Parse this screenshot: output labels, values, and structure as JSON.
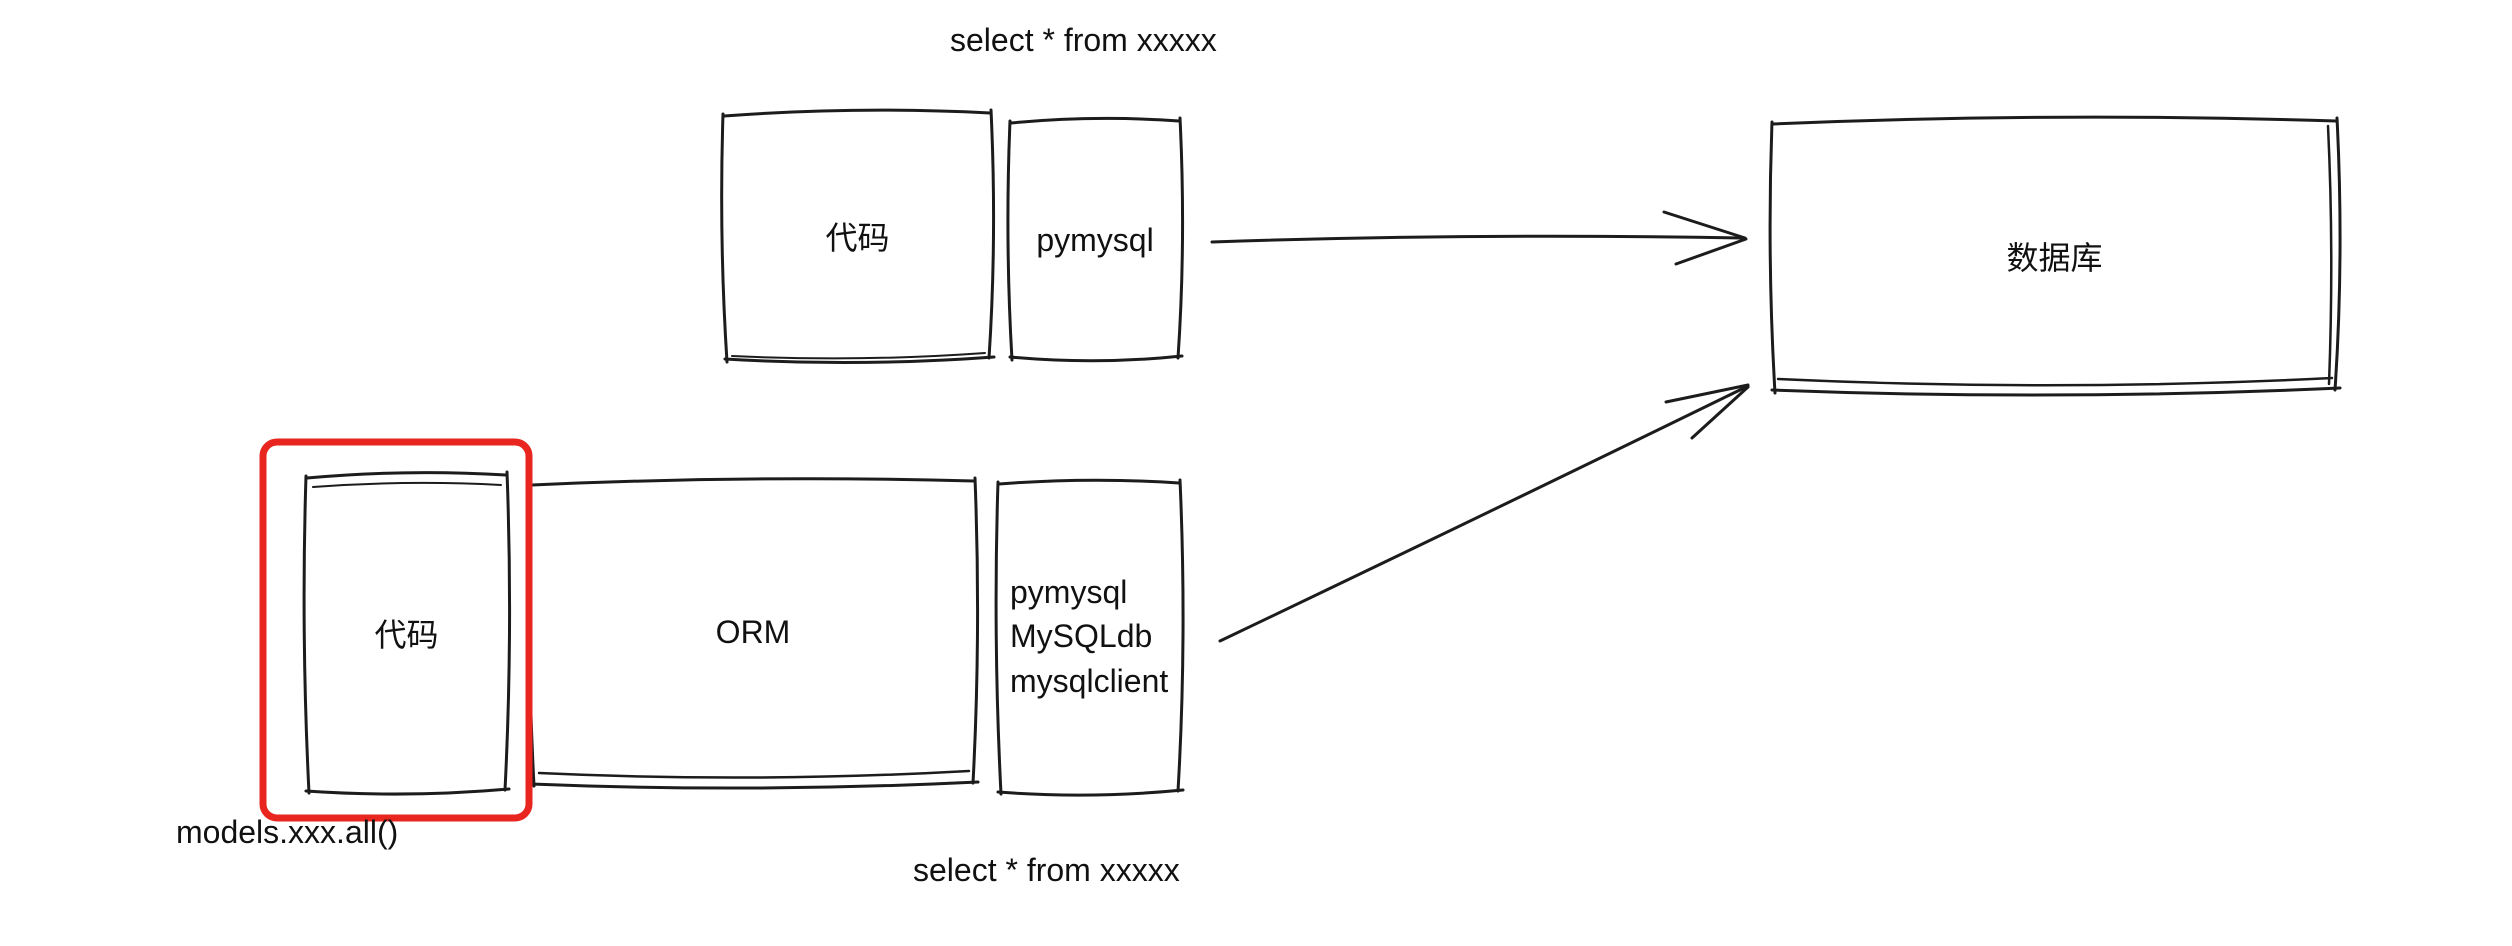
{
  "labels": {
    "top_sql": "select * from xxxxx",
    "bottom_sql": "select * from xxxxx",
    "models_call": "models.xxx.all()"
  },
  "boxes": {
    "top_code": "代码",
    "top_driver": "pymysql",
    "database": "数据库",
    "bottom_code": "代码",
    "orm": "ORM",
    "bottom_driver_lines": [
      "pymysql",
      "MySQLdb",
      "mysqlclient"
    ]
  },
  "icons": {
    "arrow_top": "arrow-right-icon",
    "arrow_diagonal": "arrow-up-right-icon"
  },
  "colors": {
    "stroke": "#1c1c1c",
    "highlight": "#e8251f",
    "background": "#ffffff"
  }
}
